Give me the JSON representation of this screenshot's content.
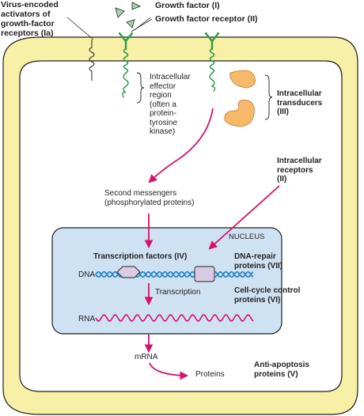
{
  "labels": {
    "virus_activators": "Virus-encoded\nactivators of\ngrowth-factor\nreceptors (Ia)",
    "growth_factor": "Growth factor (I)",
    "growth_factor_receptor": "Growth factor receptor (II)",
    "effector_region": "Intracellular\neffector\nregion\n(often a\nprotein-\ntyrosine\nkinase)",
    "intracellular_transducers": "Intracellular\ntransducers\n(III)",
    "intracellular_receptors": "Intracellular\nreceptors\n(II)",
    "second_messengers": "Second messengers\n(phosphorylated proteins)",
    "nucleus": "NUCLEUS",
    "transcription_factors": "Transcription factors (IV)",
    "dna_repair": "DNA-repair\nproteins (VII)",
    "dna": "DNA",
    "transcription": "Transcription",
    "cell_cycle": "Cell-cycle control\nproteins (VI)",
    "rna": "RNA",
    "mrna": "mRNA",
    "proteins": "Proteins",
    "anti_apoptosis": "Anti-apoptosis\nproteins (V)"
  },
  "colors": {
    "membrane": "#f7f0a6",
    "membrane_outline": "#231f20",
    "nucleus_fill": "#cfe2f3",
    "arrow": "#d6126d",
    "receptor": "#2e9a48",
    "transducer": "#f5b969",
    "growth_factor": "#a7d8a8",
    "dna_helix": "#2e86c8",
    "transcription_factor": "#d9cbe3"
  }
}
